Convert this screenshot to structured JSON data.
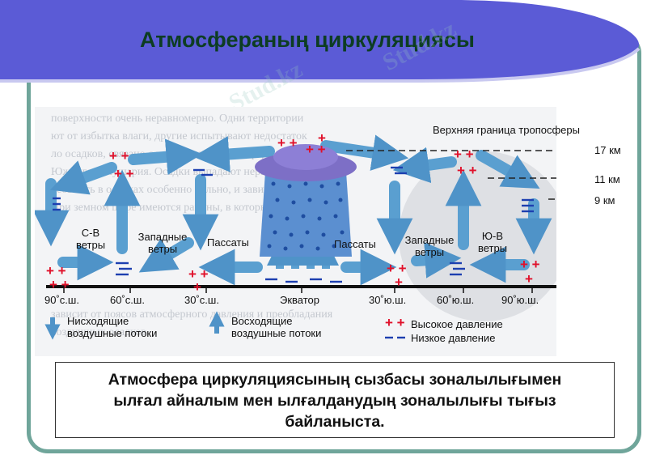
{
  "slide": {
    "title": "Атмосфераның циркуляциясы",
    "caption_line1": "Атмосфера циркуляциясының сызбасы зоналылығымен",
    "caption_line2": "ылғал айналым мен ылғалданудың зоналылығы тығыз",
    "caption_line3": "байланыста."
  },
  "diagram": {
    "upper_boundary": "Верхняя граница тропосферы",
    "altitudes": [
      "17 км",
      "11 км",
      "9 км"
    ],
    "winds": {
      "ne_line1": "С-В",
      "ne_line2": "ветры",
      "west_left_line1": "Западные",
      "west_left_line2": "ветры",
      "trades_left": "Пассаты",
      "trades_right": "Пассаты",
      "west_right_line1": "Западные",
      "west_right_line2": "ветры",
      "se_line1": "Ю-В",
      "se_line2": "ветры"
    },
    "latitudes": [
      "90˚с.ш.",
      "60˚с.ш.",
      "30˚с.ш.",
      "Экватор",
      "30˚ю.ш.",
      "60˚ю.ш.",
      "90˚ю.ш."
    ],
    "legend": {
      "descending_line1": "Нисходящие",
      "descending_line2": "воздушные потоки",
      "ascending_line1": "Восходящие",
      "ascending_line2": "воздушные потоки",
      "high": "Высокое давление",
      "low": "Низкое давление"
    }
  },
  "colors": {
    "banner": "#5b5bd6",
    "frame": "#6fa59a",
    "arrow": "#5a9fd0",
    "high_pressure": "#e0102a",
    "low_pressure": "#1d3fb0",
    "cloud": "#7d6fc6"
  }
}
